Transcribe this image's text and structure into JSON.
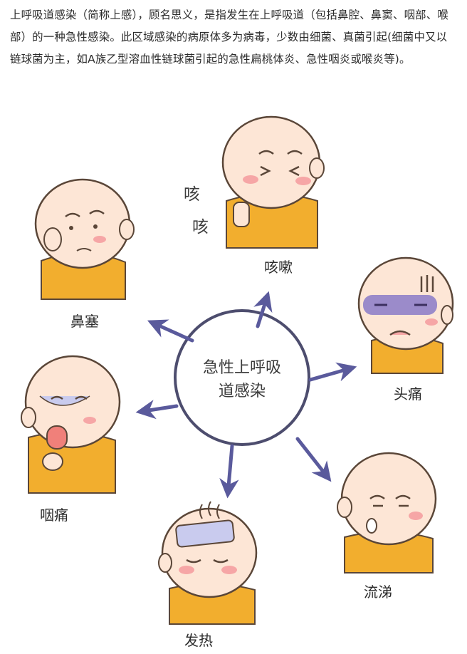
{
  "intro_text": "上呼吸道感染（简称上感），顾名思义，是指发生在上呼吸道（包括鼻腔、鼻窦、咽部、喉部）的一种急性感染。此区域感染的病原体多为病毒，少数由细菌、真菌引起(细菌中又以链球菌为主，如A族乙型溶血性链球菌引起的急性扁桃体炎、急性咽炎或喉炎等)。",
  "diagram": {
    "center_line1": "急性上呼吸",
    "center_line2": "道感染",
    "cough_sound_1": "咳",
    "cough_sound_2": "咳",
    "symptoms": {
      "cough": "咳嗽",
      "nasal_congestion": "鼻塞",
      "headache": "头痛",
      "sore_throat": "咽痛",
      "runny_nose": "流涕",
      "fever": "发热"
    }
  },
  "colors": {
    "arrow": "#5a5a9c",
    "circle": "#4d4d6e",
    "shirt": "#f2ae2e",
    "skin": "#fde6d6",
    "outline": "#5a4638",
    "blush": "#f6a6a6",
    "bruise": "#8a7ac8",
    "ice_pack": "#c9cbee"
  }
}
